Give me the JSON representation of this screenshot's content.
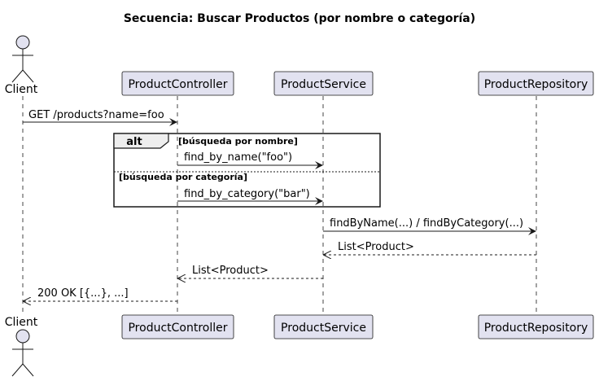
{
  "title": "Secuencia: Buscar Productos (por nombre o categoría)",
  "participants": {
    "client": "Client",
    "controller": "ProductController",
    "service": "ProductService",
    "repository": "ProductRepository"
  },
  "messages": {
    "m1": "GET /products?name=foo",
    "m2": "find_by_name(\"foo\")",
    "m3": "find_by_category(\"bar\")",
    "m4": "findByName(...) / findByCategory(...)",
    "m5": "List<Product>",
    "m6": "List<Product>",
    "m7": "200 OK [{...}, ...]"
  },
  "alt": {
    "keyword": "alt",
    "guard1": "[búsqueda por nombre]",
    "guard2": "[búsqueda por categoría]"
  },
  "colors": {
    "participant_fill": "#E2E2F0",
    "stroke": "#181818"
  }
}
